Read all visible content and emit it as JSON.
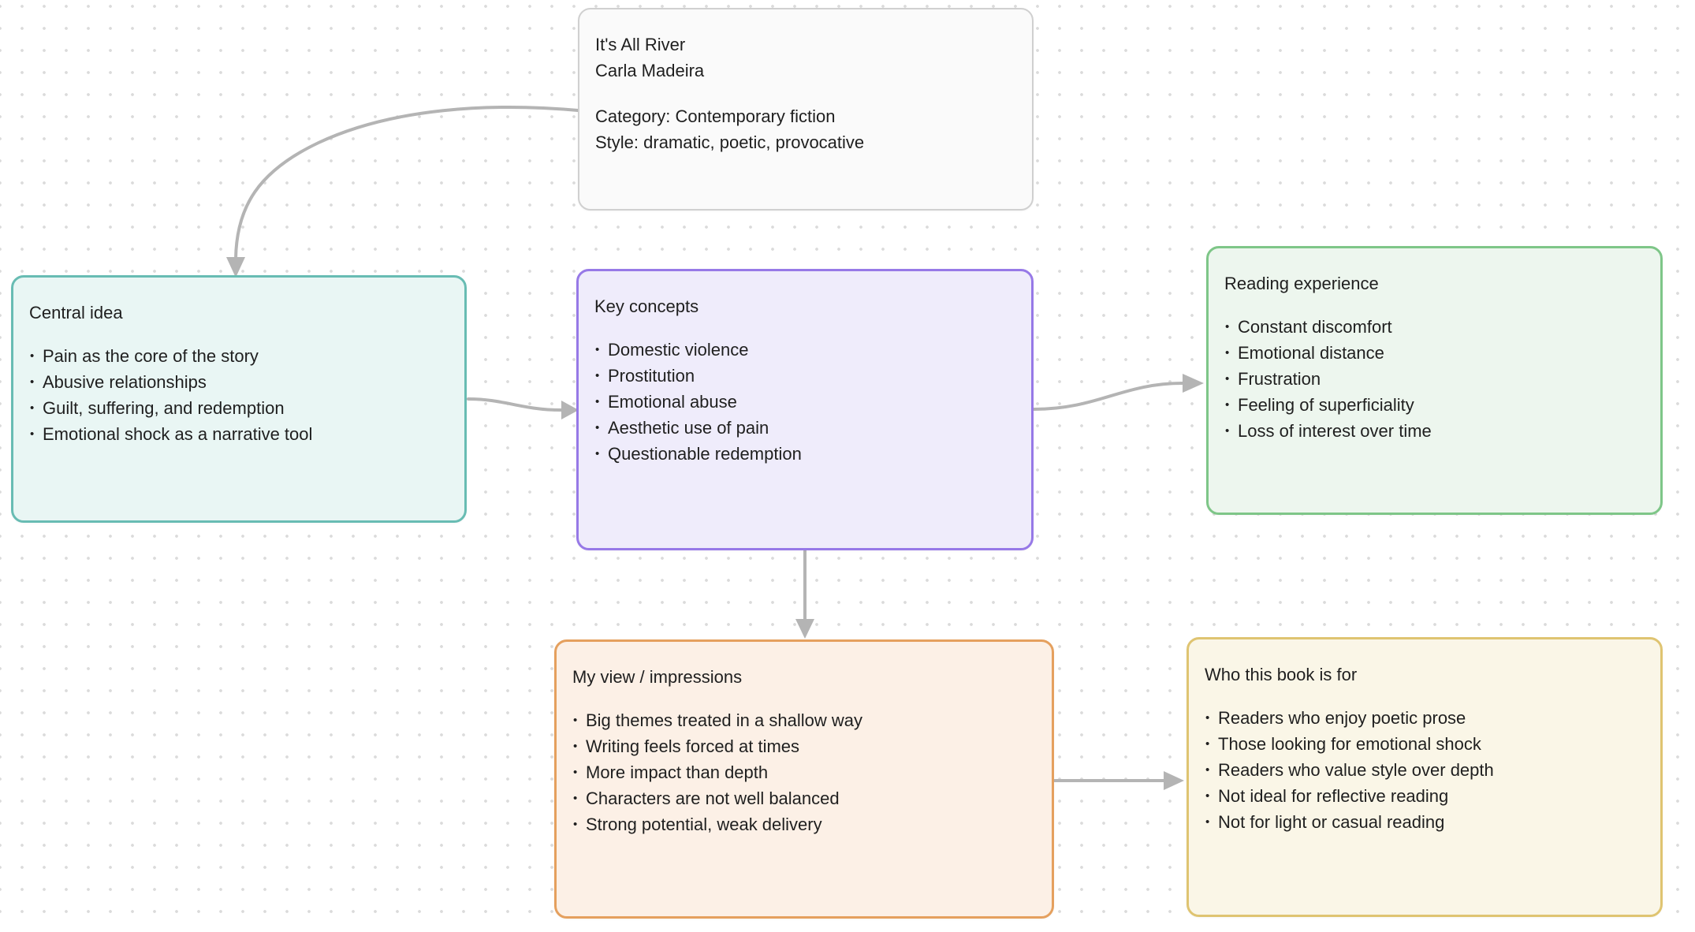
{
  "colors": {
    "arrow": "#b4b4b4",
    "dot_grid": "#dbdbdb",
    "text": "#1f1f1f"
  },
  "nodes": {
    "book_info": {
      "title": "It's All River",
      "author": "Carla Madeira",
      "category_line": "Category: Contemporary fiction",
      "style_line": "Style: dramatic, poetic, provocative",
      "border_color": "#d0d0d0",
      "background_color": "#fafafa"
    },
    "central_idea": {
      "title": "Central idea",
      "bullets": [
        "Pain as the core of the story",
        "Abusive relationships",
        "Guilt, suffering, and redemption",
        "Emotional shock as a narrative tool"
      ],
      "border_color": "#68bcb3",
      "background_color": "#e9f6f4"
    },
    "key_concepts": {
      "title": "Key concepts",
      "bullets": [
        "Domestic violence",
        "Prostitution",
        "Emotional abuse",
        "Aesthetic use of pain",
        "Questionable redemption"
      ],
      "border_color": "#9779e7",
      "background_color": "#efecfb"
    },
    "reading_experience": {
      "title": "Reading experience",
      "bullets": [
        "Constant discomfort",
        "Emotional distance",
        "Frustration",
        "Feeling of superficiality",
        "Loss of interest over time"
      ],
      "border_color": "#7ec688",
      "background_color": "#edf6ee"
    },
    "my_view": {
      "title": "My view / impressions",
      "bullets": [
        "Big themes treated in a shallow way",
        "Writing feels forced at times",
        "More impact than depth",
        "Characters are not well balanced",
        "Strong potential, weak delivery"
      ],
      "border_color": "#e5a05e",
      "background_color": "#fcf0e6"
    },
    "who_for": {
      "title": "Who this book is for",
      "bullets": [
        "Readers who enjoy poetic prose",
        "Those looking for emotional shock",
        "Readers who value style over depth",
        "Not ideal for reflective reading",
        "Not for light or casual reading"
      ],
      "border_color": "#dfc471",
      "background_color": "#faf6e7"
    }
  },
  "connections": [
    {
      "from": "book_info",
      "to": "central_idea"
    },
    {
      "from": "central_idea",
      "to": "key_concepts"
    },
    {
      "from": "key_concepts",
      "to": "reading_experience"
    },
    {
      "from": "key_concepts",
      "to": "my_view"
    },
    {
      "from": "my_view",
      "to": "who_for"
    }
  ]
}
